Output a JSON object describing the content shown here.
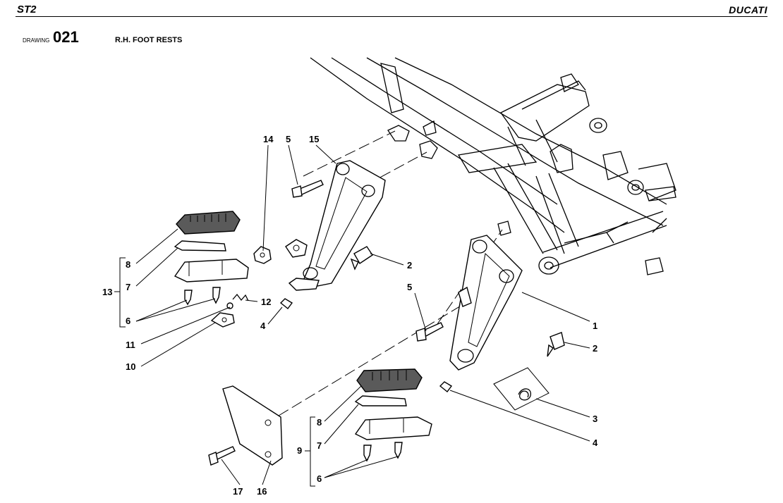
{
  "header": {
    "model": "ST2",
    "brand": "DUCATI"
  },
  "drawing": {
    "label": "DRAWING",
    "number": "021",
    "title": "R.H. FOOT RESTS"
  },
  "callouts": {
    "c1": "1",
    "c2a": "2",
    "c2b": "2",
    "c3": "3",
    "c4a": "4",
    "c4b": "4",
    "c5a": "5",
    "c5b": "5",
    "c6a": "6",
    "c6b": "6",
    "c7a": "7",
    "c7b": "7",
    "c8a": "8",
    "c8b": "8",
    "c9": "9",
    "c10": "10",
    "c11": "11",
    "c12": "12",
    "c13": "13",
    "c14": "14",
    "c15": "15",
    "c16": "16",
    "c17": "17"
  }
}
